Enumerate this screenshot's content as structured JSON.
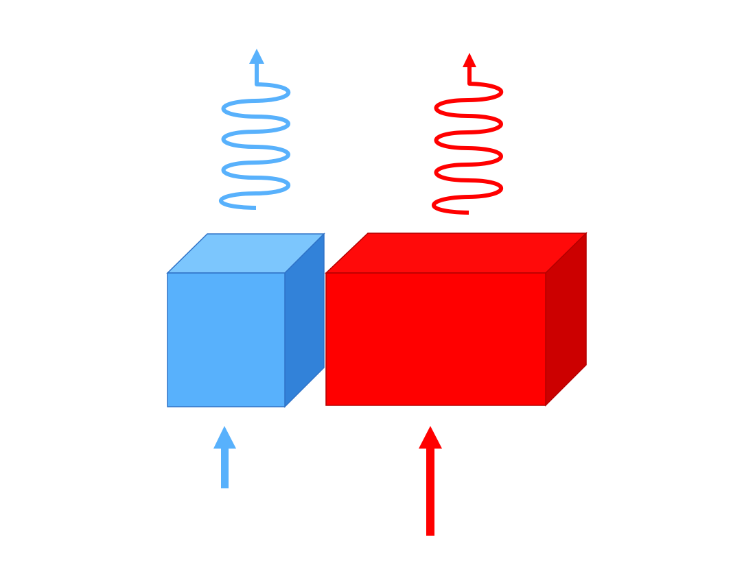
{
  "diagram": {
    "background": "#ffffff",
    "blue_object": {
      "shape": "cube",
      "front_color": "#58b1fc",
      "top_color": "#7cc6fd",
      "side_color": "#3282d9",
      "edge_color": "#2f72c7",
      "input_arrow": {
        "icon": "up-arrow-icon",
        "color": "#58b1fc",
        "length": "short"
      },
      "emission": {
        "icon": "wavy-arrow-icon",
        "color": "#58b1fc"
      }
    },
    "red_object": {
      "shape": "rectangular-box",
      "front_color": "#ff0000",
      "top_color": "#ff0a0a",
      "side_color": "#cc0000",
      "edge_color": "#b30000",
      "input_arrow": {
        "icon": "up-arrow-icon",
        "color": "#ff0000",
        "length": "long"
      },
      "emission": {
        "icon": "wavy-arrow-icon",
        "color": "#ff0000"
      }
    }
  }
}
